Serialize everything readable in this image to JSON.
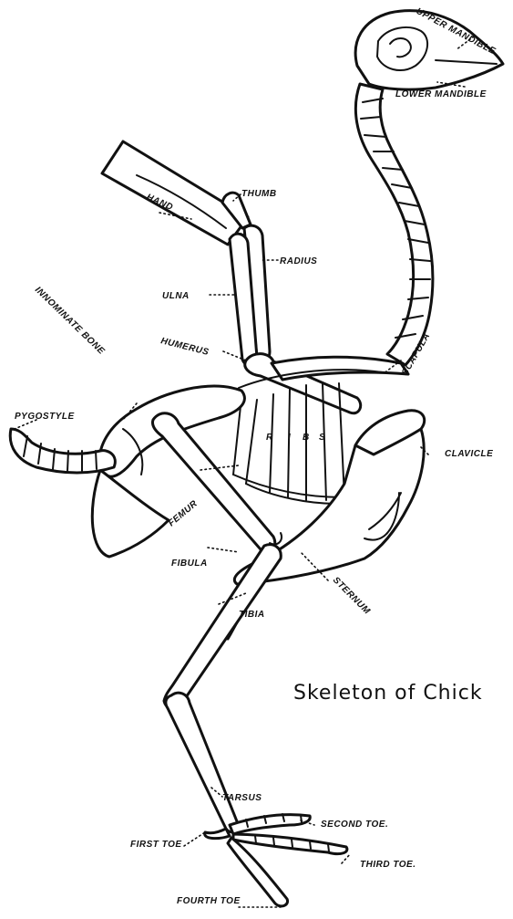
{
  "title": "Skeleton of Chick",
  "labels": {
    "upper_mandible": "UPPER MANDIBLE",
    "lower_mandible": "LOWER MANDIBLE",
    "thumb": "THUMB",
    "hand": "HAND",
    "radius": "RADIUS",
    "ulna": "ULNA",
    "innominate_bone": "INNOMINATE BONE",
    "humerus": "HUMERUS",
    "scapula": "SCAPULA",
    "pygostyle": "PYGOSTYLE",
    "ribs": [
      "R",
      "I",
      "B",
      "S"
    ],
    "clavicle": "CLAVICLE",
    "femur": "FEMUR",
    "fibula": "FIBULA",
    "sternum": "STERNUM",
    "tibia": "TIBIA",
    "tarsus": "TARSUS",
    "second_toe": "SECOND TOE.",
    "first_toe": "FIRST TOE",
    "third_toe": "THIRD TOE.",
    "fourth_toe": "FOURTH TOE"
  }
}
